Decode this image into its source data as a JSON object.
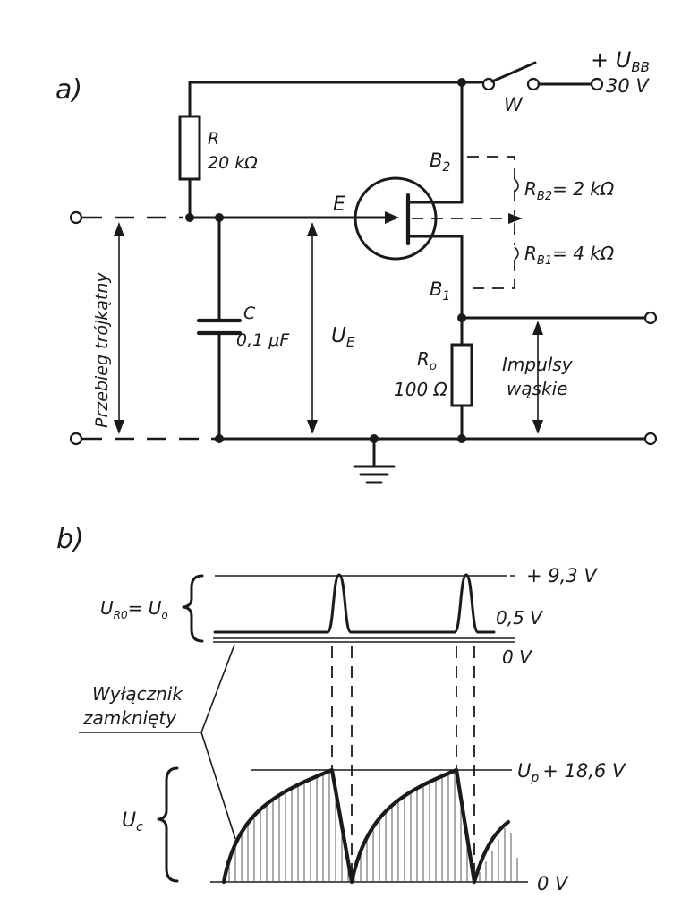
{
  "panel_a": {
    "label": "a)",
    "supply": {
      "name": "+ U",
      "sub": "BB",
      "value": "30 V"
    },
    "switch_label": "W",
    "resistor_r": {
      "name": "R",
      "value": "20 kΩ"
    },
    "capacitor": {
      "name": "C",
      "value": "0,1 μF"
    },
    "emitter_label": "E",
    "base2": {
      "name": "B",
      "sub": "2"
    },
    "base1": {
      "name": "B",
      "sub": "1"
    },
    "rb2": {
      "name": "R",
      "sub": "B2",
      "value": "= 2 kΩ"
    },
    "rb1": {
      "name": "R",
      "sub": "B1",
      "value": "= 4 kΩ"
    },
    "ue": {
      "name": "U",
      "sub": "E"
    },
    "resistor_r0": {
      "name": "R",
      "sub": "o",
      "value": "100 Ω"
    },
    "input_label": "Przebieg trójkątny",
    "output_label_line1": "Impulsy",
    "output_label_line2": "wąskie"
  },
  "panel_b": {
    "label": "b)",
    "ur0": {
      "name1": "U",
      "sub1": "R0",
      "eq": "= U",
      "sub2": "o"
    },
    "pulse_peak": "+ 9,3 V",
    "pulse_base": "0,5 V",
    "zero_top": "0 V",
    "switch_note_line1": "Wyłącznik",
    "switch_note_line2": "zamknięty",
    "uc": {
      "name": "U",
      "sub": "c"
    },
    "up": {
      "name": "U",
      "sub": "p",
      "value": "+ 18,6 V"
    },
    "zero_bottom": "0 V"
  },
  "colors": {
    "ink": "#1a1a1a",
    "paper": "#ffffff"
  }
}
